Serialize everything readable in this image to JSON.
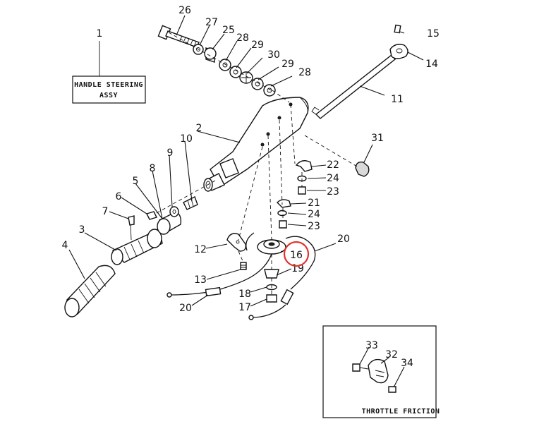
{
  "labels": {
    "handle_steering_line1": "HANDLE STEERING",
    "handle_steering_line2": "ASSY",
    "throttle_friction": "THROTTLE FRICTION",
    "p1": "1",
    "p2": "2",
    "p3": "3",
    "p4": "4",
    "p5": "5",
    "p6": "6",
    "p7": "7",
    "p8": "8",
    "p9": "9",
    "p10": "10",
    "p11": "11",
    "p12": "12",
    "p13": "13",
    "p14": "14",
    "p15": "15",
    "p16": "16",
    "p17": "17",
    "p18": "18",
    "p19": "19",
    "p20a": "20",
    "p20b": "20",
    "p21": "21",
    "p22": "22",
    "p23a": "23",
    "p23b": "23",
    "p24a": "24",
    "p24b": "24",
    "p25": "25",
    "p26": "26",
    "p27": "27",
    "p28a": "28",
    "p28b": "28",
    "p29a": "29",
    "p29b": "29",
    "p30": "30",
    "p31": "31",
    "p32": "32",
    "p33": "33",
    "p34": "34"
  },
  "highlight": {
    "part": "16",
    "color": "#e0342c"
  }
}
